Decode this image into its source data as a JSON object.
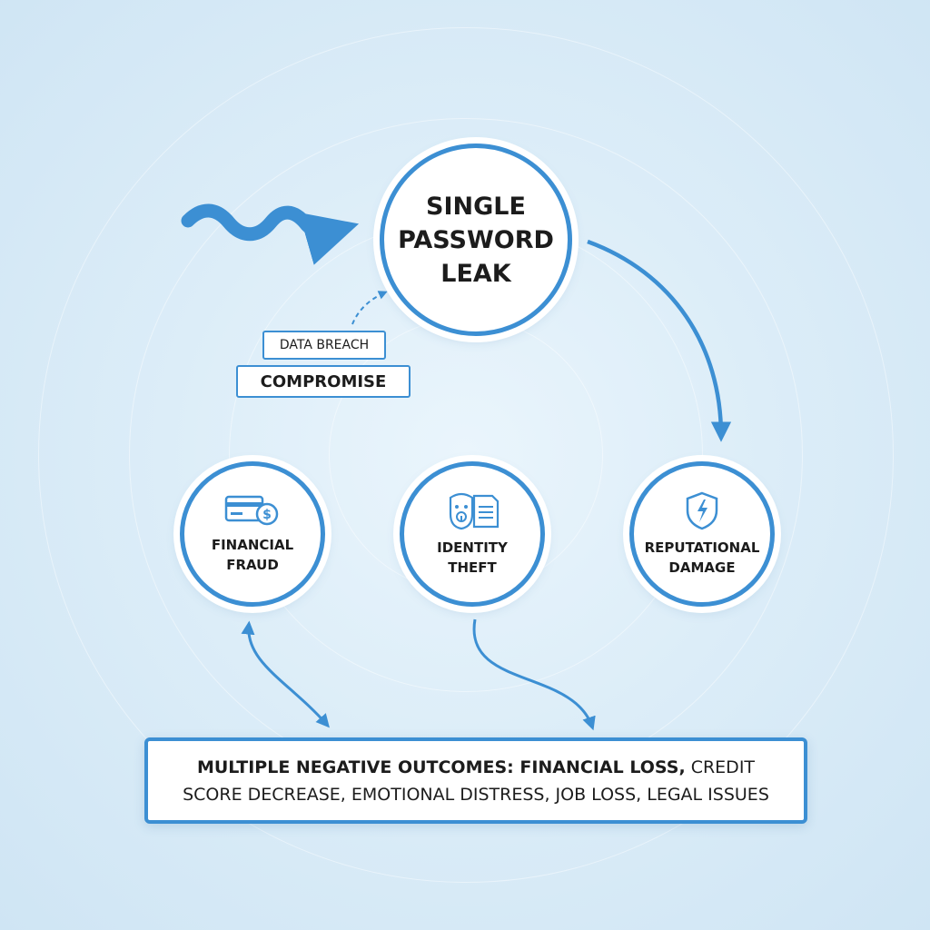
{
  "diagram": {
    "colors": {
      "accent": "#3c8fd3",
      "node_fill": "#ffffff",
      "text": "#1c1c1c",
      "background": "#dcedf8"
    },
    "central": {
      "label": "SINGLE\nPASSWORD\nLEAK"
    },
    "tags": {
      "breach": "DATA BREACH",
      "compromise": "COMPROMISE"
    },
    "consequences": [
      {
        "label": "FINANCIAL\nFRAUD",
        "icon": "credit-card-dollar-icon"
      },
      {
        "label": "IDENTITY\nTHEFT",
        "icon": "face-document-lock-icon"
      },
      {
        "label": "REPUTATIONAL\nDAMAGE",
        "icon": "broken-shield-icon"
      }
    ],
    "outcomes": {
      "lead": "MULTIPLE NEGATIVE OUTCOMES: FINANCIAL LOSS,",
      "rest": " CREDIT SCORE DECREASE, EMOTIONAL DISTRESS, JOB LOSS, LEGAL ISSUES"
    },
    "edges": [
      {
        "from": "incoming",
        "to": "central",
        "style": "wavy"
      },
      {
        "from": "tags",
        "to": "central",
        "style": "dashed"
      },
      {
        "from": "central",
        "to": "reputational-damage",
        "style": "solid"
      },
      {
        "from": "financial-fraud",
        "to": "outcomes",
        "style": "bidirectional"
      },
      {
        "from": "identity-theft",
        "to": "outcomes",
        "style": "solid"
      }
    ]
  }
}
